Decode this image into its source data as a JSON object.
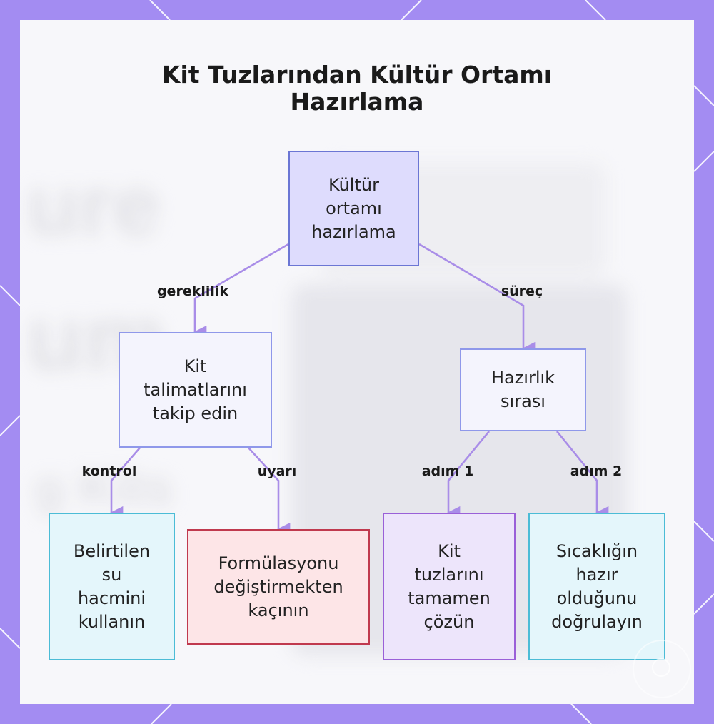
{
  "title_lines": [
    "Kit Tuzlarından Kültür Ortamı",
    "Hazırlama"
  ],
  "background_text": [
    "ure",
    "um",
    "g Kits"
  ],
  "nodes": {
    "root": "Kültür\nortamı\nhazırlama",
    "requirement": "Kit\ntalimatlarını\ntakip edin",
    "process": "Hazırlık\nsırası",
    "check": "Belirtilen\nsu\nhacmini\nkullanın",
    "warning": "Formülasyonu\ndeğiştirmekten\nkaçının",
    "step1": "Kit\ntuzlarını\ntamamen\nçözün",
    "step2": "Sıcaklığın\nhazır\nolduğunu\ndoğrulayın"
  },
  "edges": {
    "requirement": "gereklilik",
    "process": "süreç",
    "check": "kontrol",
    "warning": "uyarı",
    "step1": "adım 1",
    "step2": "adım 2"
  },
  "colors": {
    "frame": "#a38cf2",
    "connector": "#a98de8",
    "root_fill": "#dedcfd",
    "root_border": "#6b76d4",
    "warning_border": "#c0394e",
    "step1_border": "#9a60d8",
    "check_border": "#4bbcd6"
  },
  "icons": [
    "watermark-logo-icon"
  ]
}
